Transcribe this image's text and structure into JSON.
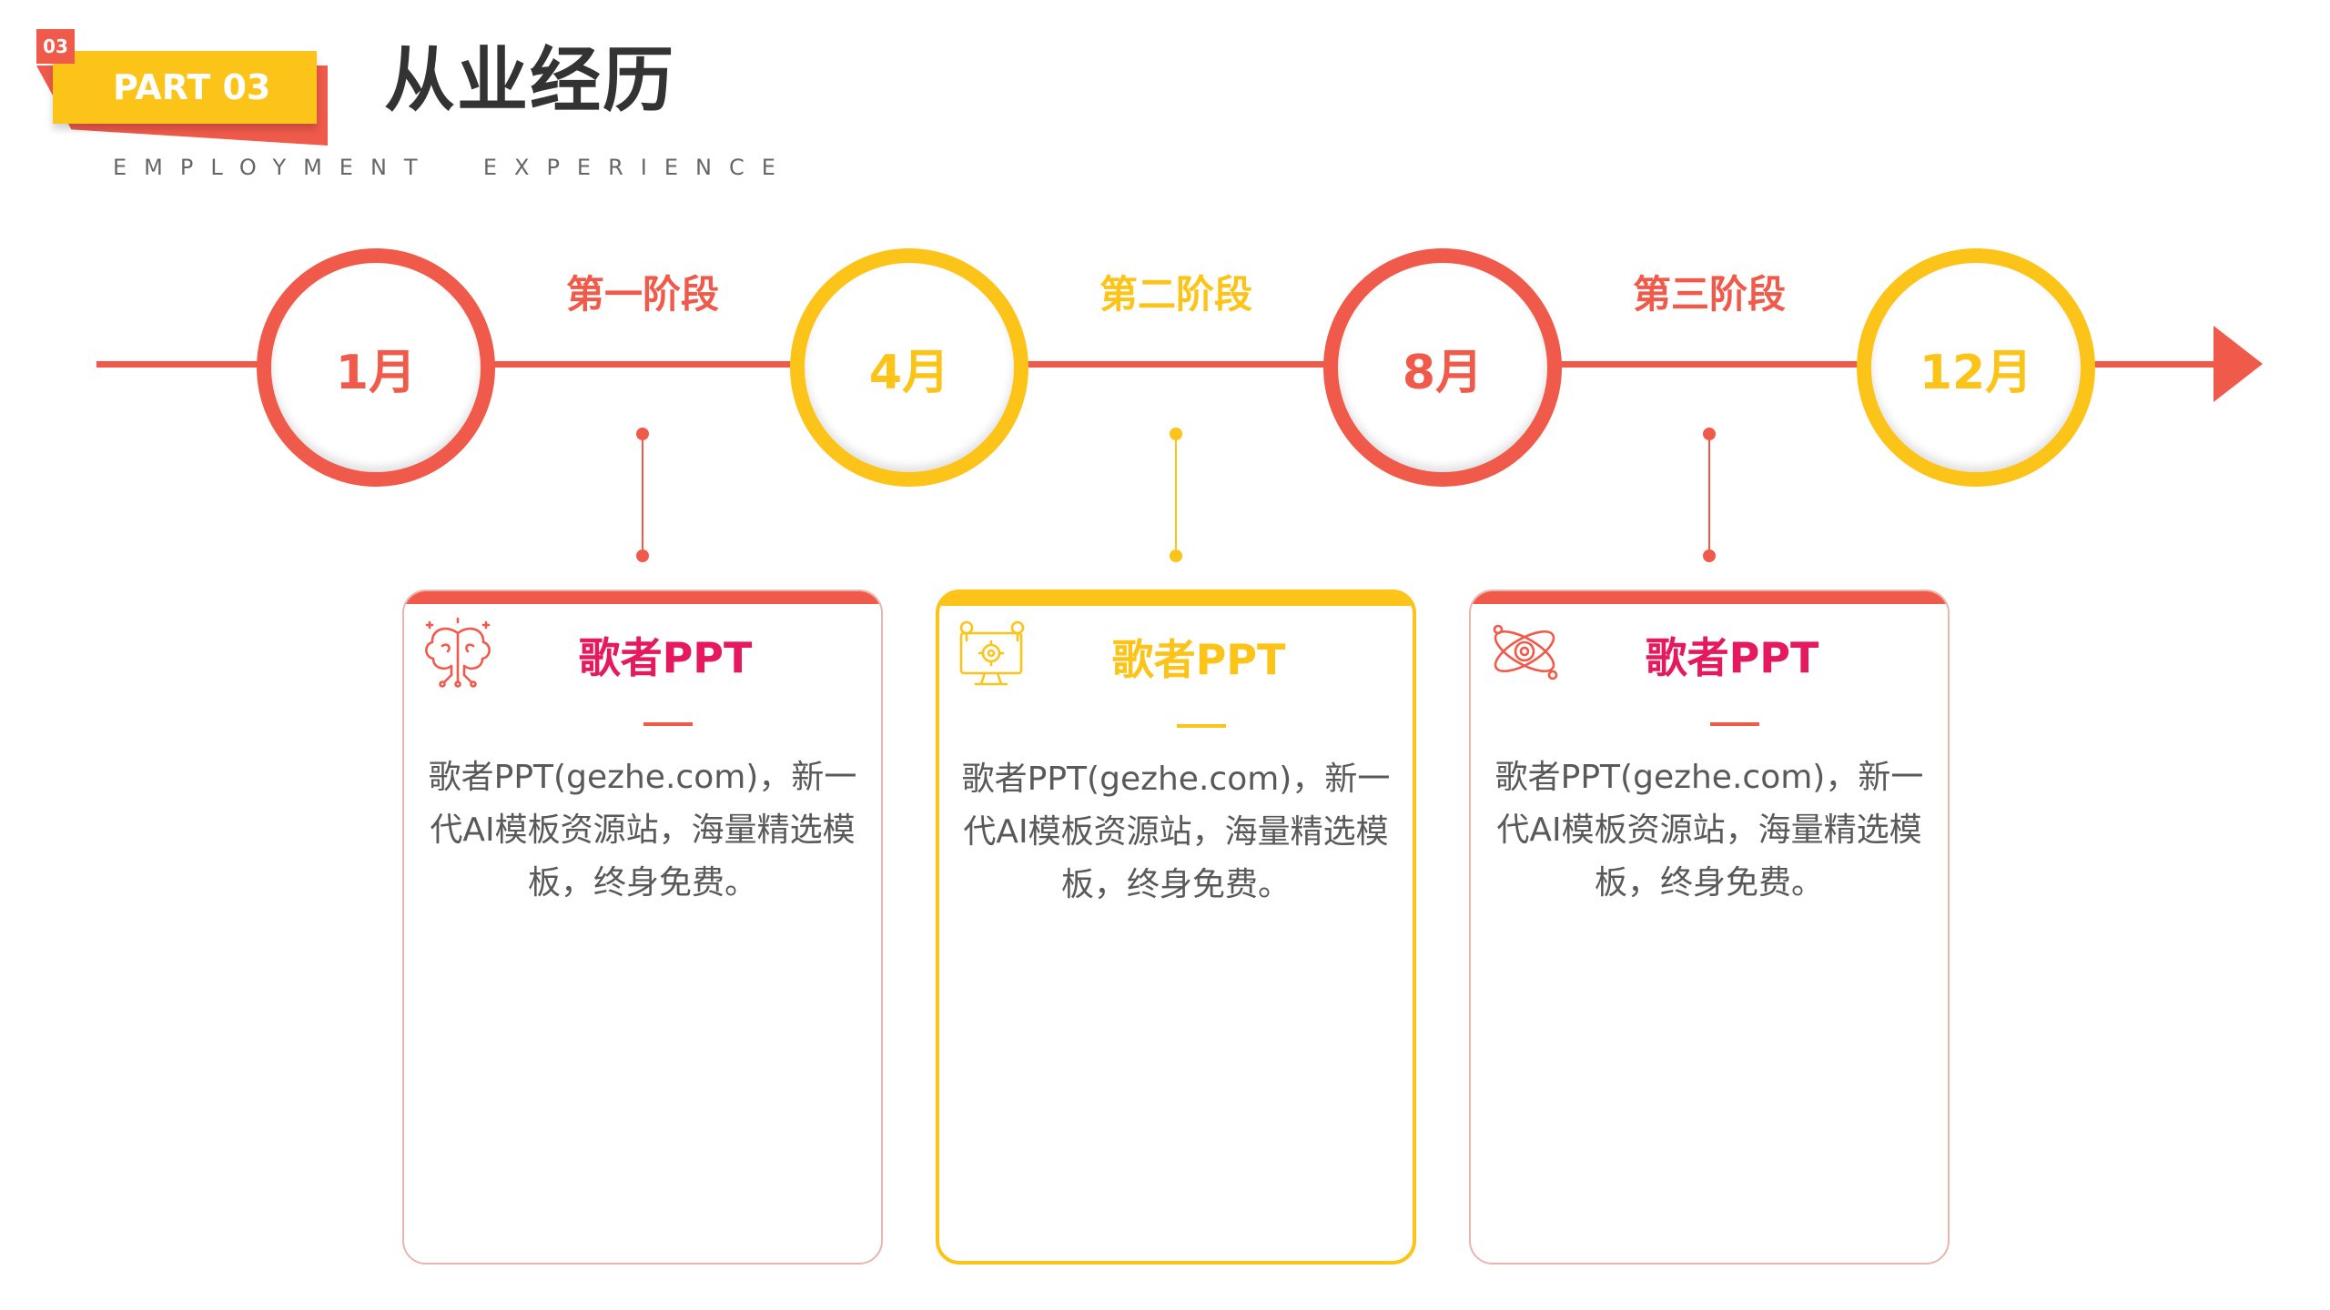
{
  "header": {
    "badge": "03",
    "part_label": "PART 03",
    "title": "从业经历",
    "subtitle": "EMPLOYMENT  EXPERIENCE"
  },
  "timeline": {
    "milestones": [
      {
        "label": "1月",
        "color": "#f05a4a"
      },
      {
        "label": "4月",
        "color": "#fcc318"
      },
      {
        "label": "8月",
        "color": "#f05a4a"
      },
      {
        "label": "12月",
        "color": "#fcc318"
      }
    ],
    "stages": [
      {
        "label": "第一阶段",
        "color": "#f05a4a"
      },
      {
        "label": "第二阶段",
        "color": "#fcc318"
      },
      {
        "label": "第三阶段",
        "color": "#f05a4a"
      }
    ]
  },
  "cards": [
    {
      "icon": "brain-icon",
      "title": "歌者PPT",
      "body": "歌者PPT(gezhe.com)，新一代AI模板资源站，海量精选模板，终身免费。"
    },
    {
      "icon": "monitor-gear-icon",
      "title": "歌者PPT",
      "body": "歌者PPT(gezhe.com)，新一代AI模板资源站，海量精选模板，终身免费。"
    },
    {
      "icon": "atom-icon",
      "title": "歌者PPT",
      "body": "歌者PPT(gezhe.com)，新一代AI模板资源站，海量精选模板，终身免费。"
    }
  ],
  "colors": {
    "accent_red": "#f05a4a",
    "accent_yellow": "#fcc318",
    "title_pink": "#e5195e"
  }
}
